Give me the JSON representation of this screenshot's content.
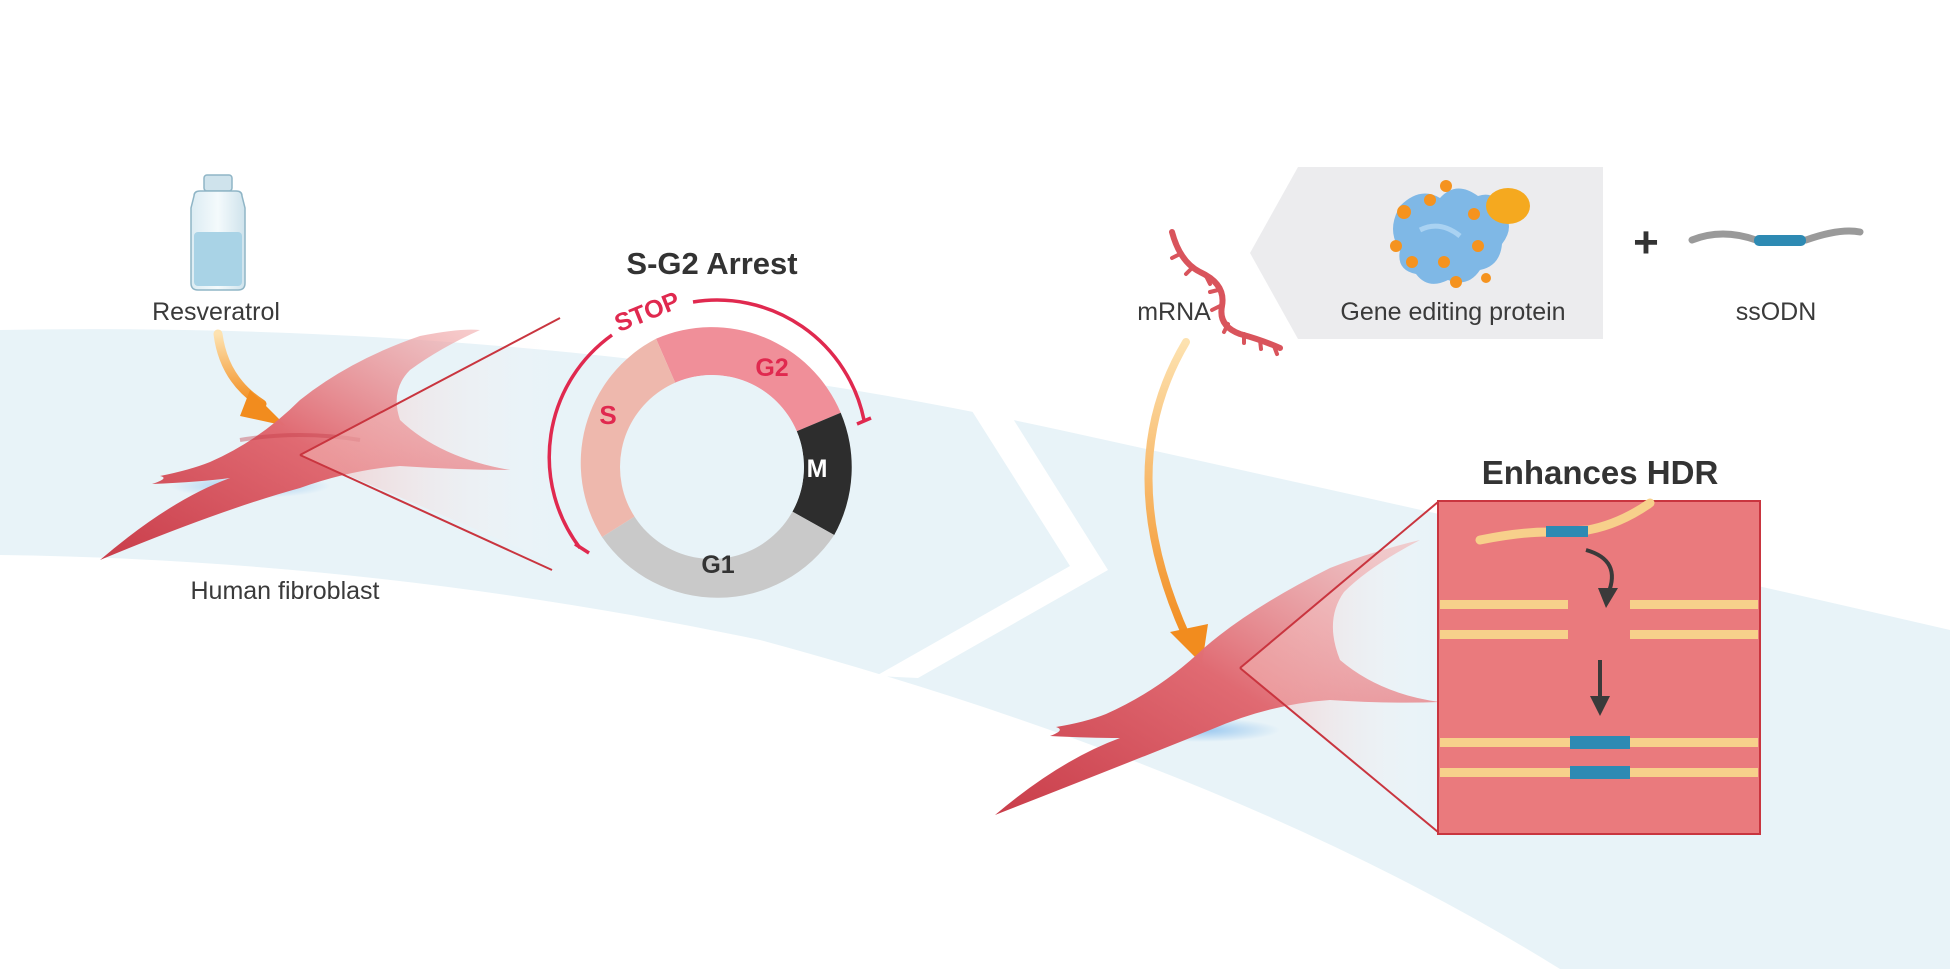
{
  "labels": {
    "resveratrol": "Resveratrol",
    "human_fibroblast": "Human fibroblast",
    "arrest_title": "S-G2 Arrest",
    "stop": "STOP",
    "phase_s": "S",
    "phase_g2": "G2",
    "phase_m": "M",
    "phase_g1": "G1",
    "mrna": "mRNA",
    "gene_editing_protein": "Gene editing protein",
    "plus": "+",
    "ssodn": "ssODN",
    "hdr_title": "Enhances HDR"
  },
  "colors": {
    "band": "#e6f2f7",
    "fibroblast": "#d9545c",
    "arrow_orange": "#f28c1e",
    "stop_red": "#e0294f",
    "phase_s": "#eeb8ad",
    "phase_g2": "#f08f99",
    "phase_m": "#2d2d2d",
    "phase_g1": "#c9c9c9",
    "hdr_box": "#ea7a7d",
    "dna_strand": "#f7d08b",
    "ssodn_insert": "#2e8ab3",
    "protein_blue": "#7fb8e6",
    "protein_orange": "#f5931f"
  }
}
